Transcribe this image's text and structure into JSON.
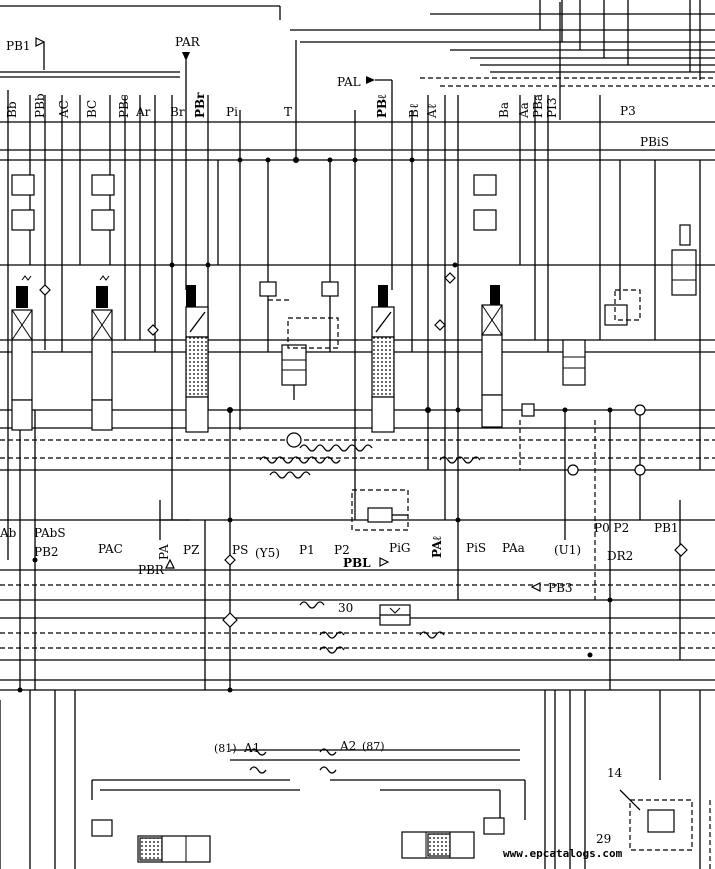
{
  "labels": {
    "PB1_top": "PB1",
    "PAR": "PAR",
    "PAL": "PAL",
    "Bb": "Bb",
    "PBb": "PBb",
    "AC": "AC",
    "BC": "BC",
    "PBc": "PBc",
    "Ar": "Ar",
    "Br": "Br",
    "PBr": "PBr",
    "Pi": "Pi",
    "T": "T",
    "PBl": "PBℓ",
    "Bl": "Bℓ",
    "Al": "Aℓ",
    "Ba": "Ba",
    "Aa": "Aa",
    "PBa": "PBa",
    "PI3": "PI3",
    "P3": "P3",
    "PBiS": "PBiS",
    "Ab": "Ab",
    "PAbS": "PAbS",
    "PB2": "PB2",
    "PAC": "PAC",
    "PA": "PA",
    "PBR": "PBR",
    "PZ": "PZ",
    "PS": "PS",
    "Y5": "(Y5)",
    "P1": "P1",
    "P2": "P2",
    "PBL": "PBL",
    "PiG": "PiG",
    "PAl": "PAℓ",
    "PiS": "PiS",
    "PAa": "PAa",
    "U1": "(U1)",
    "P0P2": "P0 P2",
    "PB1_right": "PB1",
    "DR2": "DR2",
    "PB3": "PB3",
    "n30": "30",
    "n81": "(81)",
    "A1": "A1",
    "A2": "A2",
    "n87": "(87)",
    "n14": "14",
    "n29": "29"
  },
  "watermark": "www.epcatalogs.com",
  "icons": {
    "valve": "directional-valve-icon",
    "check": "check-valve-icon",
    "arrow": "pilot-port-arrow-icon"
  },
  "colors": {
    "ink": "#000000",
    "paper": "#ffffff"
  }
}
